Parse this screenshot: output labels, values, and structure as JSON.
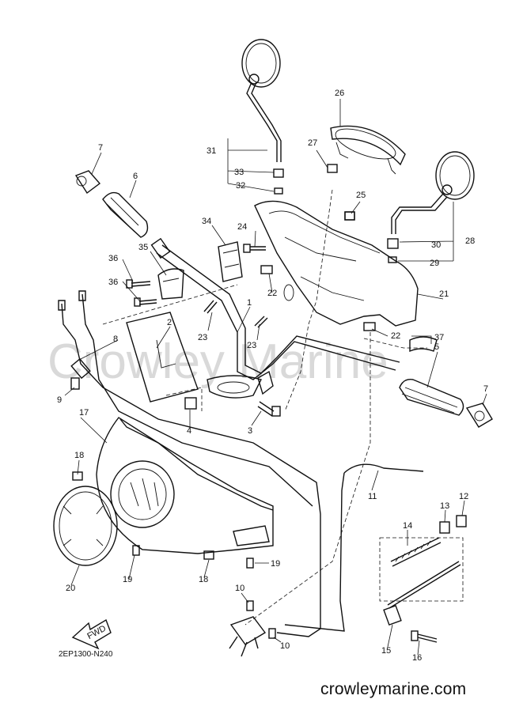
{
  "diagram": {
    "watermark": "Crowley Marine",
    "drawing_code": "2EP1300-N240",
    "website": "crowleymarine.com",
    "fwd_label": "FWD",
    "callouts": {
      "p1": "1",
      "p2": "2",
      "p3": "3",
      "p4": "4",
      "p5": "5",
      "p6": "6",
      "p7a": "7",
      "p7b": "7",
      "p8": "8",
      "p9": "9",
      "p10a": "10",
      "p10b": "10",
      "p11": "11",
      "p12": "12",
      "p13": "13",
      "p14": "14",
      "p15": "15",
      "p16": "16",
      "p17": "17",
      "p18a": "18",
      "p18b": "18",
      "p19a": "19",
      "p19b": "19",
      "p20": "20",
      "p21": "21",
      "p22a": "22",
      "p22b": "22",
      "p23a": "23",
      "p23b": "23",
      "p24": "24",
      "p25": "25",
      "p26": "26",
      "p27": "27",
      "p28": "28",
      "p29": "29",
      "p30": "30",
      "p31": "31",
      "p32": "32",
      "p33": "33",
      "p34": "34",
      "p35": "35",
      "p36a": "36",
      "p36b": "36",
      "p37": "37"
    }
  }
}
